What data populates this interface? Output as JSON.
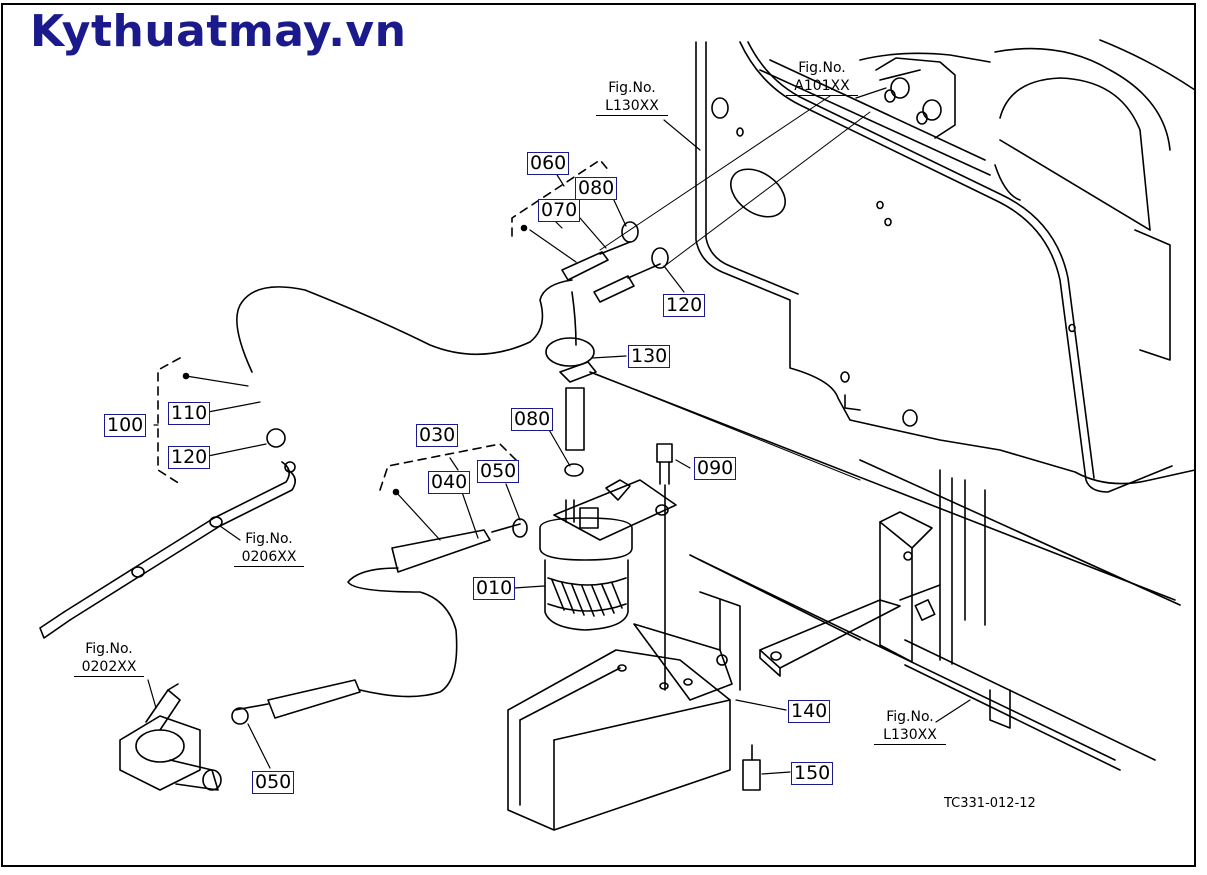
{
  "watermark": "Kythuatmay.vn",
  "drawing_id": "TC331-012-12",
  "part_codes": {
    "c010": "010",
    "c030": "030",
    "c040": "040",
    "c050a": "050",
    "c050b": "050",
    "c060": "060",
    "c070": "070",
    "c080a": "080",
    "c080b": "080",
    "c090": "090",
    "c100": "100",
    "c110": "110",
    "c120a": "120",
    "c120b": "120",
    "c130": "130",
    "c140": "140",
    "c150": "150"
  },
  "fig_refs": {
    "l130_top": {
      "label": "Fig.No.",
      "number": "L130XX"
    },
    "a101": {
      "label": "Fig.No.",
      "number": "A101XX"
    },
    "f0206": {
      "label": "Fig.No.",
      "number": "0206XX"
    },
    "f0202": {
      "label": "Fig.No.",
      "number": "0202XX"
    },
    "l130_bottom": {
      "label": "Fig.No.",
      "number": "L130XX"
    }
  },
  "colors": {
    "brand": "#1a1a8c",
    "line": "#000000",
    "code_border": "#1a1a8c"
  }
}
